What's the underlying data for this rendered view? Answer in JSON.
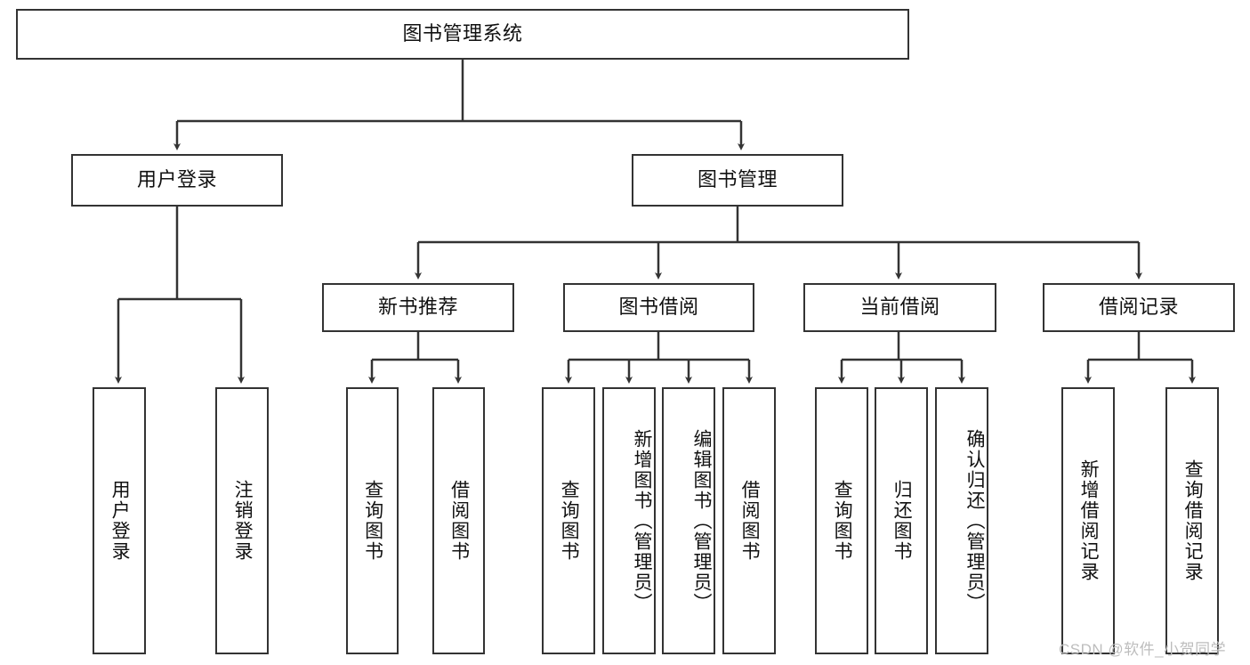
{
  "diagram": {
    "title": "图书管理系统",
    "style": {
      "box_border": "#333333",
      "box_fill": "#ffffff",
      "text": "#111111",
      "edge": "#333333",
      "watermark": "#bdbdbd"
    },
    "levels": {
      "root": {
        "label": "图书管理系统"
      },
      "level1": [
        {
          "label": "用户登录"
        },
        {
          "label": "图书管理"
        }
      ],
      "level2": [
        {
          "label": "新书推荐"
        },
        {
          "label": "图书借阅"
        },
        {
          "label": "当前借阅"
        },
        {
          "label": "借阅记录"
        }
      ],
      "leaves_user_login": [
        {
          "label": "用户登录"
        },
        {
          "label": "注销登录"
        }
      ],
      "leaves_new_book": [
        {
          "label": "查询图书"
        },
        {
          "label": "借阅图书"
        }
      ],
      "leaves_borrow": [
        {
          "label": "查询图书"
        },
        {
          "label": "新增图书（管理员）"
        },
        {
          "label": "编辑图书（管理员）"
        },
        {
          "label": "借阅图书"
        }
      ],
      "leaves_current": [
        {
          "label": "查询图书"
        },
        {
          "label": "归还图书"
        },
        {
          "label": "确认归还（管理员）"
        }
      ],
      "leaves_records": [
        {
          "label": "新增借阅记录"
        },
        {
          "label": "查询借阅记录"
        }
      ]
    },
    "watermark": "CSDN @软件_小贺同学"
  }
}
